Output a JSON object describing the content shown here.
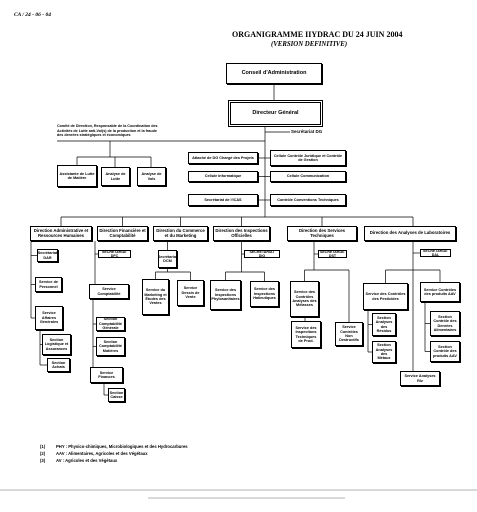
{
  "header": {
    "ref": "CA / 24 - 06 - 04",
    "title": "ORGANIGRAMME IIYDRAC DU 24 JUIN 2004",
    "subtitle": "(VERSION DEFINITIVE)"
  },
  "top": {
    "board": "Conseil d'Administration",
    "director_general": "Directeur Général",
    "secretariat_dg": "Secrétariat DG",
    "committee_lines": [
      "Comité de Direction, Responsable de la Coordination des",
      "Activités de Lutte anti-Vol(s) de la production et la fraude",
      "des denrées stratégiques et économiques"
    ],
    "committee_units": [
      "Assistante de Lutte de Matière",
      "Analyse de Lutte",
      "Analyse de Vols"
    ]
  },
  "staff": {
    "left": [
      "Attaché de DG Chargé des Projets",
      "Cellule Informatique",
      "Secrétariat de l'ICAS"
    ],
    "right": [
      "Cellule Contrôle Juridique et Contrôle de Gestion",
      "Cellule Communication",
      "Contrôle Conventions Techniques"
    ]
  },
  "directions": [
    {
      "name": "Direction Administrative et Ressources Humaines",
      "units": [
        "Secrétariat DAR",
        "Service de Personnel",
        "Service Affaires Générales",
        "Section Logistique et Assurances",
        "Section Achats"
      ]
    },
    {
      "name": "Direction Financière et Comptabilité",
      "units": [
        "SECRETARIAT DFC",
        "Service Comptabilité",
        "Section Comptabilité Générale",
        "Section Comptabilité Matières",
        "Service Finances",
        "Section Caisse"
      ]
    },
    {
      "name": "Direction du Commerce et du Marketing",
      "units": [
        "Secrétariat DCM",
        "Service du Marketing et Études des Ventes",
        "Service Dessin de Vente"
      ]
    },
    {
      "name": "Direction des Inspections Officielles",
      "units": [
        "SECRETARIAT DIO",
        "Service des Inspections Phytosanitaires",
        "Service des Inspections Halieutiques"
      ]
    },
    {
      "name": "Direction des Services Techniques",
      "units": [
        "SECRETARIAT DST",
        "Service des Contrôles Analyses des Mélasses",
        "Service des Inspections Techniques de Prod.",
        "Service Contrôles Non Destructifs"
      ]
    },
    {
      "name": "Direction des Analyses de Laboratoires",
      "units": [
        "SECRETARIAT DAL",
        "Service des Contrôles des Pesticides",
        "Service Contrôles des produits AAV",
        "Section Analyses des Résidus",
        "Section Analyses des Métaux",
        "Section Contrôle des Denrées Alimentaires",
        "Section Contrôle des produits AAV",
        "Service Analyses Riz"
      ]
    }
  ],
  "notes": [
    {
      "num": "(1)",
      "text": "PHY : Physico-chimiques, Microbiologiques et des Hydrocarbures"
    },
    {
      "num": "(2)",
      "text": "AAV : Alimentaires, Agricoles et des Végétaux"
    },
    {
      "num": "(3)",
      "text": "AV : Agricoles et des Végétaux"
    }
  ]
}
